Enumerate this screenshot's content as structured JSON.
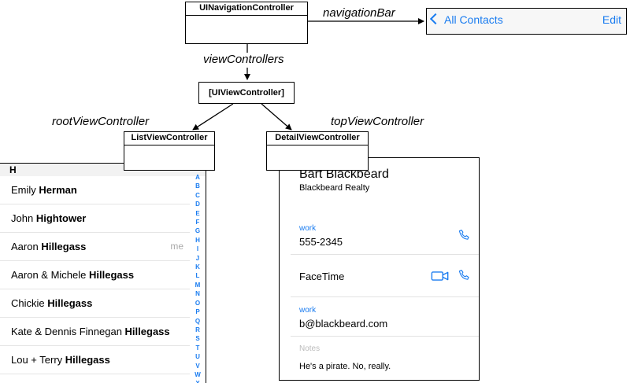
{
  "nodes": {
    "nav_controller": "UINavigationController",
    "view_controllers_array": "[UIViewController]",
    "list_vc": "ListViewController",
    "detail_vc": "DetailViewController"
  },
  "edges": {
    "navigation_bar": "navigationBar",
    "view_controllers": "viewControllers",
    "root_view_controller": "rootViewController",
    "top_view_controller": "topViewController"
  },
  "navbar": {
    "back_label": "All Contacts",
    "edit_label": "Edit",
    "accent": "#1a7cf0"
  },
  "list": {
    "section_header": "H",
    "rows": [
      {
        "first": "Emily ",
        "last": "Herman",
        "extra": ""
      },
      {
        "first": "John ",
        "last": "Hightower",
        "extra": ""
      },
      {
        "first": "Aaron ",
        "last": "Hillegass",
        "extra": "me"
      },
      {
        "first": "Aaron & Michele ",
        "last": "Hillegass",
        "extra": ""
      },
      {
        "first": "Chickie ",
        "last": "Hillegass",
        "extra": ""
      },
      {
        "first": "Kate & Dennis Finnegan ",
        "last": "Hillegass",
        "extra": ""
      },
      {
        "first": "Lou + Terry ",
        "last": "Hillegass",
        "extra": ""
      }
    ],
    "index_letters": [
      "A",
      "B",
      "C",
      "D",
      "E",
      "F",
      "G",
      "H",
      "I",
      "J",
      "K",
      "L",
      "M",
      "N",
      "O",
      "P",
      "Q",
      "R",
      "S",
      "T",
      "U",
      "V",
      "W",
      "X"
    ]
  },
  "detail": {
    "name": "Bart Blackbeard",
    "company": "Blackbeard Realty",
    "phone_label": "work",
    "phone": "555-2345",
    "facetime": "FaceTime",
    "email_label": "work",
    "email": "b@blackbeard.com",
    "notes_label": "Notes",
    "notes": "He's a pirate. No, really."
  }
}
